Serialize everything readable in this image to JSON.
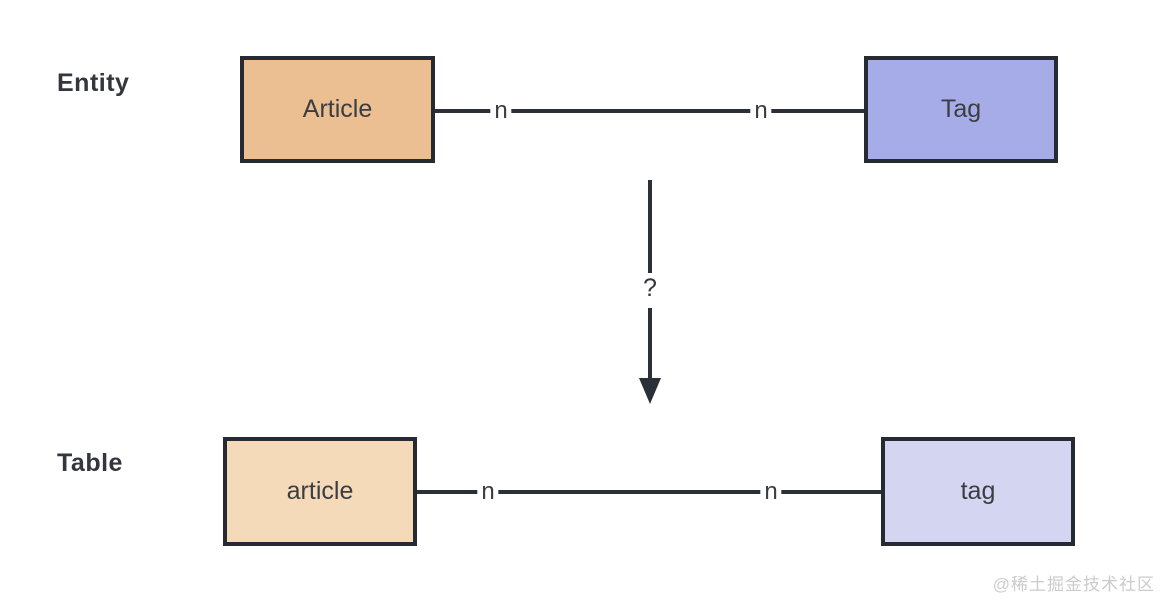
{
  "diagram": {
    "entity_row": {
      "section_label": "Entity",
      "left_box_label": "Article",
      "right_box_label": "Tag",
      "left_cardinality": "n",
      "right_cardinality": "n"
    },
    "transform": {
      "question_label": "?"
    },
    "table_row": {
      "section_label": "Table",
      "left_box_label": "article",
      "right_box_label": "tag",
      "left_cardinality": "n",
      "right_cardinality": "n"
    },
    "watermark": "@稀土掘金技术社区",
    "colors": {
      "entity_article_fill": "#ebbf92",
      "entity_tag_fill": "#a6ace8",
      "table_article_fill": "#f4dab8",
      "table_tag_fill": "#d3d5f1",
      "stroke": "#2b2f38",
      "box_border": "#262a33",
      "section_label_color": "#33363d",
      "watermark_color": "#cbcbcb"
    }
  }
}
